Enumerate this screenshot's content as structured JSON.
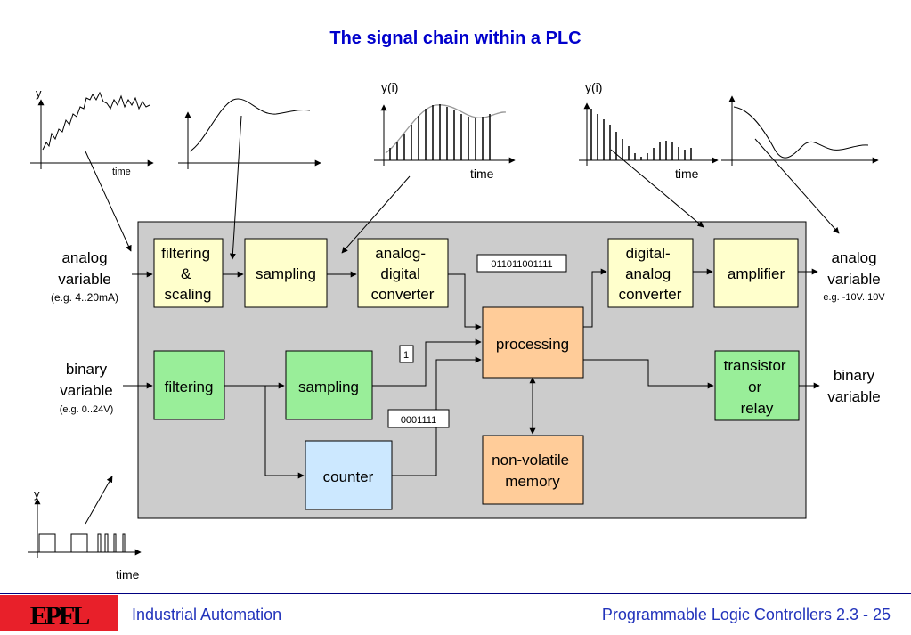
{
  "title": "The signal chain within a PLC",
  "colors": {
    "yellow": "#ffffcc",
    "green": "#99ee99",
    "blue": "#cce8ff",
    "orange": "#ffcc99",
    "panel": "#cccccc",
    "title": "#0000cc",
    "logo": "#e8202a"
  },
  "blocks": {
    "filtering_scaling": [
      "filtering",
      "&",
      "scaling"
    ],
    "sampling_analog": [
      "sampling"
    ],
    "adc": [
      "analog-",
      "digital",
      "converter"
    ],
    "dac": [
      "digital-",
      "analog",
      "converter"
    ],
    "amplifier": [
      "amplifier"
    ],
    "filtering_binary": [
      "filtering"
    ],
    "sampling_binary": [
      "sampling"
    ],
    "processing": [
      "processing"
    ],
    "transistor_relay": [
      "transistor",
      "or",
      "relay"
    ],
    "counter": [
      "counter"
    ],
    "memory": [
      "non-volatile",
      "memory"
    ]
  },
  "values": {
    "digital_word": "011011001111",
    "binary_bit": "1",
    "counter_word": "0001111"
  },
  "io": {
    "analog_in": [
      "analog",
      "variable",
      "(e.g. 4..20mA)"
    ],
    "binary_in": [
      "binary",
      "variable",
      "(e.g. 0..24V)"
    ],
    "analog_out": [
      "analog",
      "variable",
      "e.g. -10V..10V"
    ],
    "binary_out": [
      "binary",
      "variable"
    ]
  },
  "graph_labels": {
    "y": "y",
    "yi": "y(i)",
    "time": "time"
  },
  "footer": {
    "left": "Industrial Automation",
    "right": "Programmable Logic Controllers 2.3 - 25"
  },
  "logo_text": "EPFL"
}
